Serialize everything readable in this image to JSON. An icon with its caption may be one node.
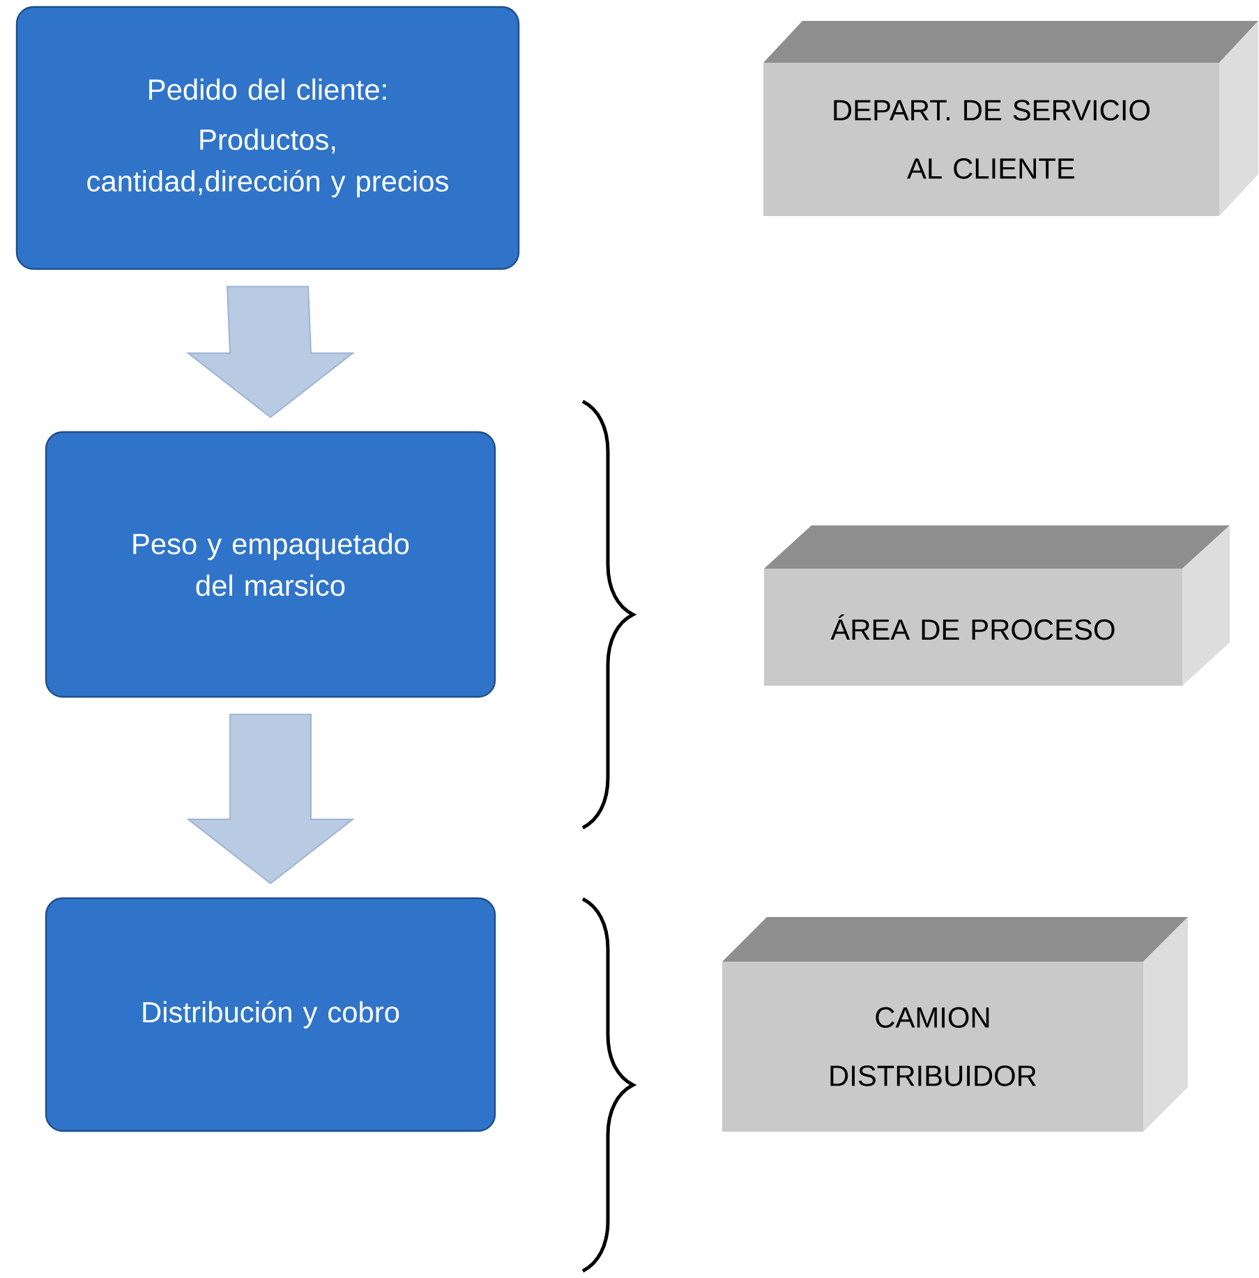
{
  "diagram": {
    "nodes": [
      {
        "text": [
          "Pedido del cliente:",
          "Productos, cantidad,dirección y precios"
        ]
      },
      {
        "text": [
          "Peso y empaquetado del marsico"
        ]
      },
      {
        "text": [
          "Distribución y cobro"
        ]
      },
      {
        "text": [
          "DEPART. DE SERVICIO AL CLIENTE"
        ]
      },
      {
        "text": [
          "ÁREA DE PROCESO"
        ]
      },
      {
        "text": [
          "CAMION DISTRIBUIDOR"
        ]
      }
    ],
    "edges": [
      {
        "from": 0,
        "to": 1,
        "arrow": "to"
      },
      {
        "from": 1,
        "to": 2,
        "arrow": "to"
      }
    ]
  }
}
